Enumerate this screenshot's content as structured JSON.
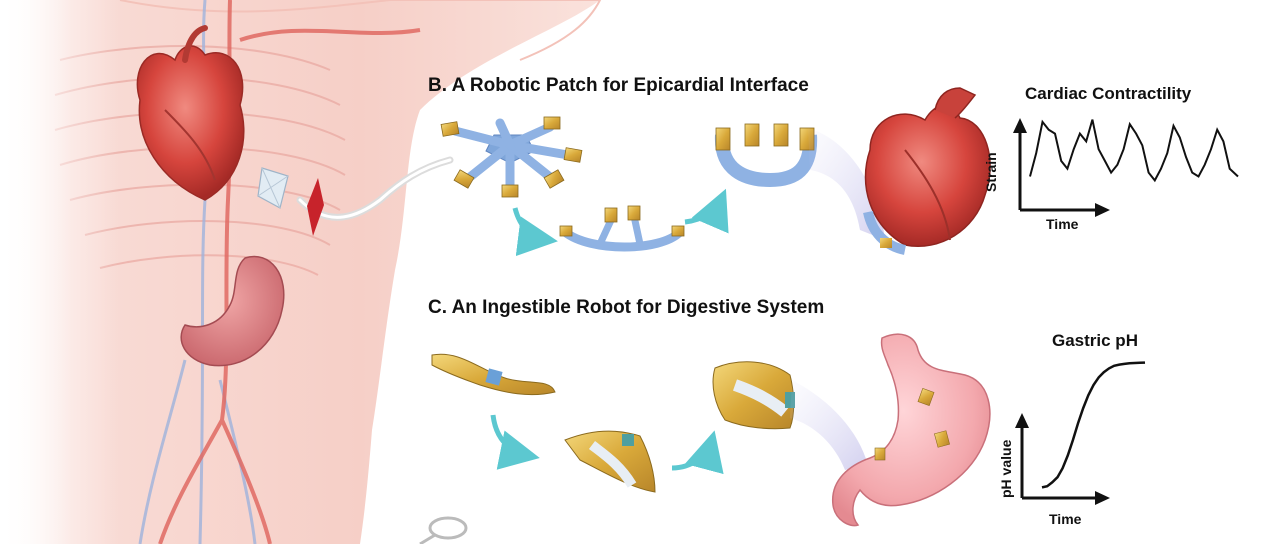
{
  "sections": {
    "b_title": "B.  A Robotic Patch for Epicardial Interface",
    "c_title": "C. An Ingestible Robot for Digestive System"
  },
  "chart_data": [
    {
      "type": "line",
      "title": "Cardiac Contractility",
      "xlabel": "Time",
      "ylabel": "Strain",
      "grid": false,
      "series": [
        {
          "x": [
            0,
            0.03,
            0.06,
            0.09,
            0.12,
            0.15,
            0.18,
            0.21,
            0.24,
            0.27,
            0.3,
            0.33,
            0.36,
            0.39,
            0.42,
            0.45,
            0.48,
            0.51,
            0.54,
            0.57,
            0.6,
            0.63,
            0.66,
            0.69,
            0.72,
            0.75,
            0.78,
            0.81,
            0.84,
            0.87,
            0.9,
            0.93,
            0.96,
            1.0
          ],
          "y": [
            0.25,
            0.55,
            0.95,
            0.85,
            0.8,
            0.45,
            0.35,
            0.6,
            0.8,
            0.7,
            0.98,
            0.6,
            0.45,
            0.3,
            0.4,
            0.6,
            0.92,
            0.8,
            0.65,
            0.3,
            0.2,
            0.35,
            0.55,
            0.9,
            0.75,
            0.5,
            0.3,
            0.25,
            0.4,
            0.6,
            0.85,
            0.7,
            0.35,
            0.25
          ]
        }
      ]
    },
    {
      "type": "line",
      "title": "Gastric pH",
      "xlabel": "Time",
      "ylabel": "pH value",
      "grid": false,
      "series": [
        {
          "x": [
            0,
            0.05,
            0.1,
            0.15,
            0.2,
            0.25,
            0.3,
            0.35,
            0.4,
            0.45,
            0.5,
            0.55,
            0.6,
            0.65,
            0.7,
            0.75,
            0.8,
            0.85,
            0.9,
            0.95,
            1.0
          ],
          "y": [
            0.02,
            0.03,
            0.06,
            0.1,
            0.17,
            0.27,
            0.39,
            0.52,
            0.64,
            0.74,
            0.82,
            0.88,
            0.92,
            0.95,
            0.97,
            0.98,
            0.985,
            0.99,
            0.992,
            0.994,
            0.995
          ]
        }
      ]
    }
  ]
}
